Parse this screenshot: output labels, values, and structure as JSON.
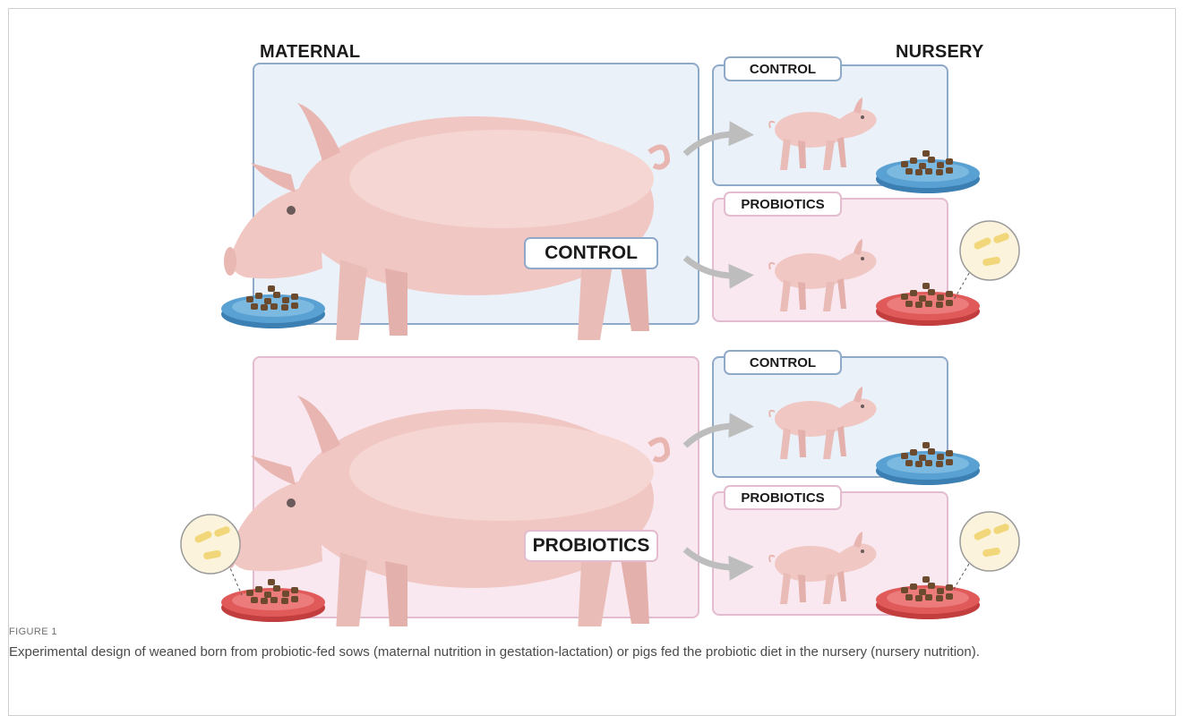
{
  "diagram": {
    "column_labels": {
      "maternal": "MATERNAL",
      "nursery": "NURSERY"
    },
    "groups": [
      {
        "maternal_label": "CONTROL",
        "nursery": [
          {
            "label": "CONTROL"
          },
          {
            "label": "PROBIOTICS"
          }
        ]
      },
      {
        "maternal_label": "PROBIOTICS",
        "nursery": [
          {
            "label": "CONTROL"
          },
          {
            "label": "PROBIOTICS"
          }
        ]
      }
    ],
    "colors": {
      "control_box": "#eaf1f9",
      "control_border": "#8fa9c9",
      "probiotic_box": "#f9e8f0",
      "probiotic_border": "#e3bccf",
      "pig": "#f0c7c3",
      "control_feeder": "#4a90c2",
      "probiotic_feeder": "#e05a5a",
      "arrow": "#bdbdbd"
    },
    "icons": [
      "pig-icon",
      "piglet-icon",
      "feed-bowl-icon",
      "probiotic-bacteria-icon",
      "arrow-icon"
    ]
  },
  "caption": {
    "label": "FIGURE 1",
    "text": "Experimental design of weaned born from probiotic-fed sows (maternal nutrition in gestation-lactation) or pigs fed the probiotic diet in the nursery (nursery nutrition)."
  }
}
